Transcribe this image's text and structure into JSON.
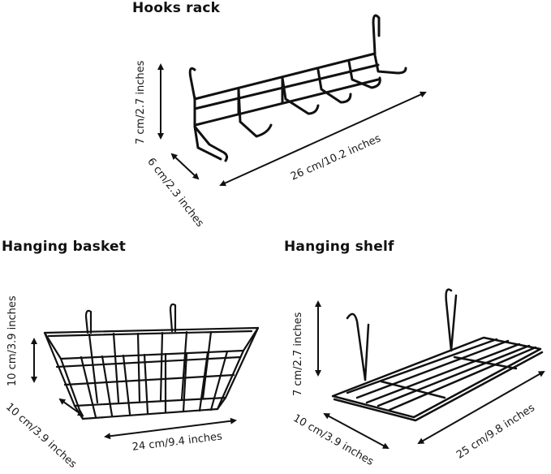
{
  "products": {
    "hooks_rack": {
      "title": "Hooks rack",
      "height": "7 cm/2.7 inches",
      "depth": "6 cm/2.3 inches",
      "length": "26 cm/10.2 inches"
    },
    "hanging_basket": {
      "title": "Hanging basket",
      "height": "10 cm/3.9 inches",
      "depth": "10 cm/3.9 inches",
      "length": "24 cm/9.4 inches"
    },
    "hanging_shelf": {
      "title": "Hanging shelf",
      "height": "7 cm/2.7 inches",
      "depth": "10 cm/3.9 inches",
      "length": "25 cm/9.8 inches"
    }
  },
  "colors": {
    "wire": "#111111",
    "text": "#111111",
    "background": "#ffffff"
  }
}
